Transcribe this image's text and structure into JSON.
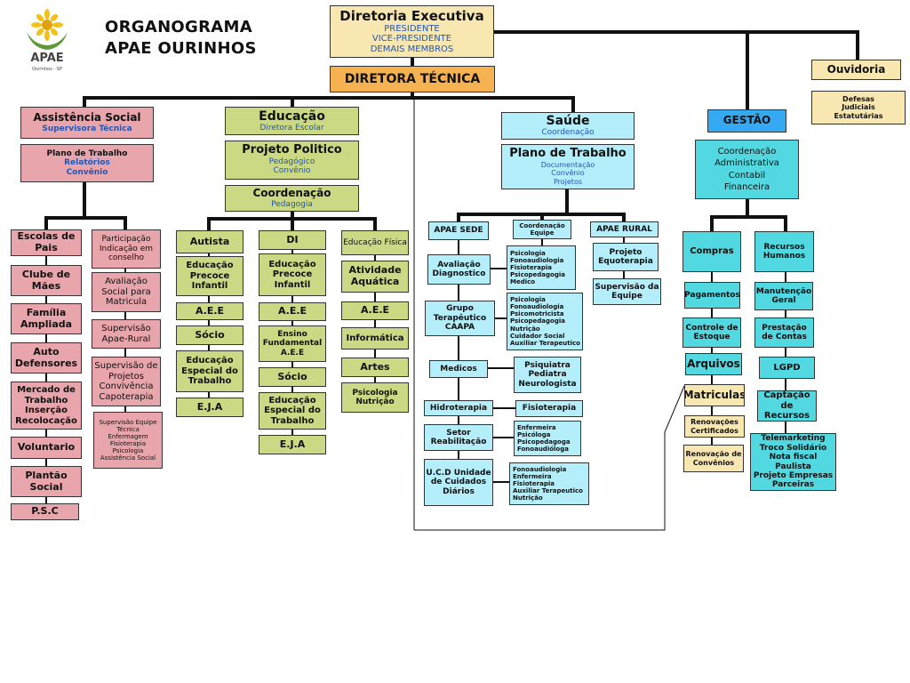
{
  "header": {
    "title_line1": "ORGANOGRAMA",
    "title_line2": "APAE OURINHOS",
    "logo_text": "APAE",
    "logo_small": "Ourinhos - SP"
  },
  "top": {
    "diretoria_title": "Diretoria Executiva",
    "diretoria_members": [
      "PRESIDENTE",
      "VICE-PRESIDENTE",
      "DEMAIS MEMBROS"
    ],
    "diretora_tecnica": "DIRETORA TÉCNICA"
  },
  "ouvidoria": {
    "title": "Ouvidoria",
    "items": [
      "Defesas",
      "Judiciais",
      "Estatutárias"
    ]
  },
  "assistencia": {
    "title": "Assistência Social",
    "subtitle": "Supervisora Técnica",
    "plano_title": "Plano de Trabalho",
    "plano_items": [
      "Relatórios",
      "Convênio"
    ],
    "left_col": [
      "Escolas de Pais",
      "Clube de Mães",
      "Família Ampliada",
      "Auto Defensores",
      "Mercado de Trabalho Inserção Recolocação",
      "Voluntario",
      "Plantão Social",
      "P.S.C"
    ],
    "right_col": [
      "Participação Indicação em conselho",
      "Avaliação Social para Matricula",
      "Supervisão Apae-Rural",
      "Supervisão de Projetos Convivência Capoterapia"
    ],
    "supervisao_equipe": [
      "Supervisão Equipe",
      "Técnica",
      "Enfermagem",
      "Fisioterapia",
      "Psicologia",
      "Assistência Social"
    ]
  },
  "educacao": {
    "title": "Educação",
    "subtitle": "Diretora Escolar",
    "ppp_title": "Projeto Politico",
    "ppp_items": [
      "Pedagógico",
      "Convênio"
    ],
    "coord_title": "Coordenação",
    "coord_sub": "Pedagogia",
    "col_autista": [
      "Autista",
      "Educação Precoce Infantil",
      "A.E.E",
      "Sócio",
      "Educação Especial do Trabalho",
      "E.J.A"
    ],
    "col_di": [
      "DI",
      "Educação Precoce Infantil",
      "A.E.E",
      "Ensino Fundamental A.E.E",
      "Sócio",
      "Educação Especial do Trabalho",
      "E.J.A"
    ],
    "col_fisica": [
      "Educação Física",
      "Atividade Aquática",
      "A.E.E",
      "Informática",
      "Artes",
      "Psicologia Nutrição"
    ]
  },
  "saude": {
    "title": "Saúde",
    "subtitle": "Coordenação",
    "plano_title": "Plano de Trabalho",
    "plano_items": [
      "Documentação",
      "Convênio",
      "Projetos"
    ],
    "apae_sede": "APAE SEDE",
    "coord_equipe": "Coordenação Equipe",
    "apae_rural": "APAE RURAL",
    "sede_items": [
      "Avaliação Diagnostico",
      "Grupo Terapêutico CAAPA",
      "Medicos",
      "Hidroterapia",
      "Setor Reabilitação",
      "U.C.D Unidade de Cuidados Diários"
    ],
    "list_avaliacao": [
      "Psicologia",
      "Fonoaudiologia",
      "Fisioterapia",
      "Psicopedagogia",
      "Medico"
    ],
    "list_grupo": [
      "Psicologia",
      "Fonoaudiologia",
      "Psicomotricista",
      "Psicopedagogia",
      "Nutrição",
      "Cuidador Social",
      "Auxiliar Terapeutico"
    ],
    "psiquiatra": "Psiquiatra Pediatra Neurologista",
    "fisioterapia": "Fisioterapia",
    "list_setor": [
      "Enfermeira",
      "Psicóloga",
      "Psicopedagoga",
      "Fonoaudióloga"
    ],
    "list_ucd": [
      "Fonoaudiologia",
      "Enfermeira",
      "Fisioterapia",
      "Auxiliar Terapeutico",
      "Nutrição"
    ],
    "rural_items": [
      "Projeto Equoterapia",
      "Supervisão da Equipe"
    ]
  },
  "gestao": {
    "title": "GESTÃO",
    "coord": [
      "Coordenação",
      "Administrativa",
      "Contabil",
      "Financeira"
    ],
    "left_col": [
      "Compras",
      "Pagamentos",
      "Controle de Estoque",
      "Arquivos",
      "Matriculas",
      "Renovações Certificados",
      "Renovação de Convênios"
    ],
    "right_col": [
      "Recursos Humanos",
      "Manutenção Geral",
      "Prestação de Contas",
      "LGPD",
      "Captação de Recursos"
    ],
    "captacao_list": [
      "Telemarketing",
      "Troco Solidário",
      "Nota fiscal Paulista",
      "Projeto Empresas",
      "Parceiras"
    ]
  },
  "colors": {
    "assistencia": "#e8a5ab",
    "educacao": "#cbd884",
    "saude": "#b4eefa",
    "gestao": "#52d8e0",
    "ouvidoria": "#f9e7b2",
    "diretora": "#f6b150",
    "gestao_header": "#35a9f2",
    "subtitle_text": "#1f57b8"
  }
}
